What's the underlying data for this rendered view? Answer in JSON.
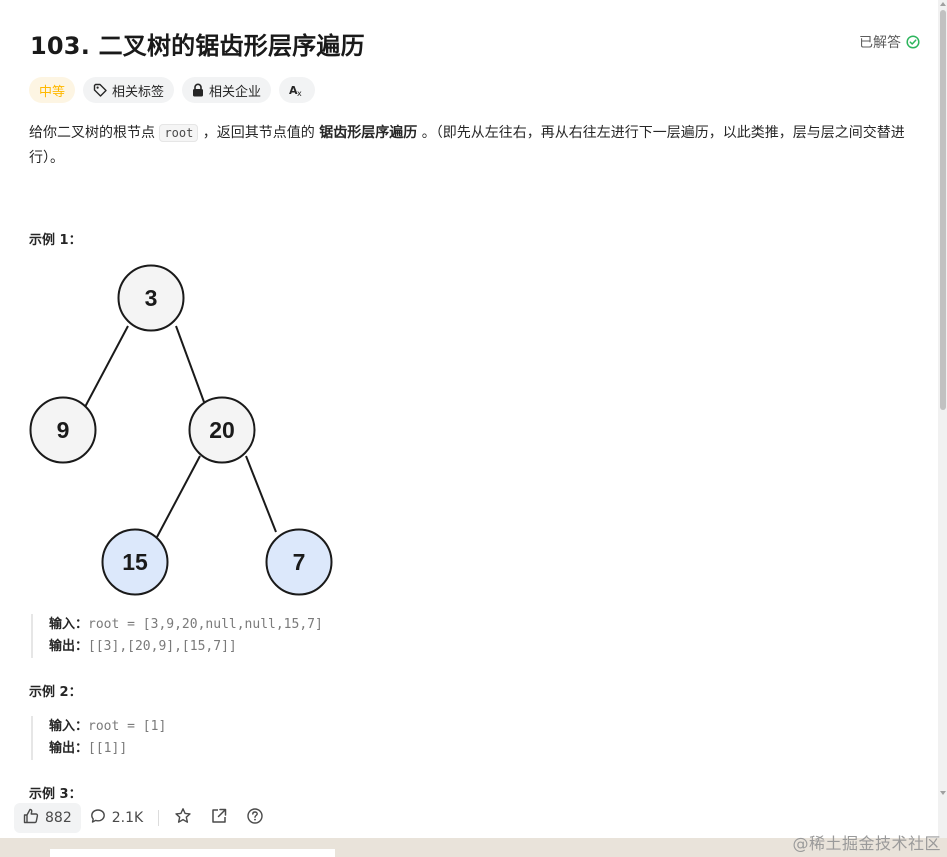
{
  "problem": {
    "title": "103. 二叉树的锯齿形层序遍历",
    "solved_label": "已解答"
  },
  "tags": {
    "difficulty": "中等",
    "related_tags": "相关标签",
    "related_companies": "相关企业",
    "translate_icon": "translate-icon"
  },
  "description": {
    "part1": "给你二叉树的根节点 ",
    "code": "root",
    "part2": " ，返回其节点值的 ",
    "bold": "锯齿形层序遍历",
    "part3": " 。（即先从左往右，再从右往左进行下一层遍历，以此类推，层与层之间交替进行）。"
  },
  "examples": [
    {
      "title": "示例 1：",
      "input_label": "输入：",
      "input_value": "root = [3,9,20,null,null,15,7]",
      "output_label": "输出：",
      "output_value": "[[3],[20,9],[15,7]]"
    },
    {
      "title": "示例 2：",
      "input_label": "输入：",
      "input_value": "root = [1]",
      "output_label": "输出：",
      "output_value": "[[1]]"
    },
    {
      "title": "示例 3："
    }
  ],
  "tree": {
    "nodes": [
      {
        "value": "3",
        "highlight": false
      },
      {
        "value": "9",
        "highlight": false
      },
      {
        "value": "20",
        "highlight": false
      },
      {
        "value": "15",
        "highlight": true
      },
      {
        "value": "7",
        "highlight": true
      }
    ],
    "colors": {
      "normal_fill": "#f4f4f4",
      "highlight_fill": "#dce8fb",
      "stroke": "#1a1a1a"
    }
  },
  "toolbar": {
    "likes": "882",
    "comments": "2.1K"
  },
  "colors": {
    "difficulty": "#ffb800",
    "solved_check": "#2db55d"
  },
  "watermark": "@稀土掘金技术社区"
}
